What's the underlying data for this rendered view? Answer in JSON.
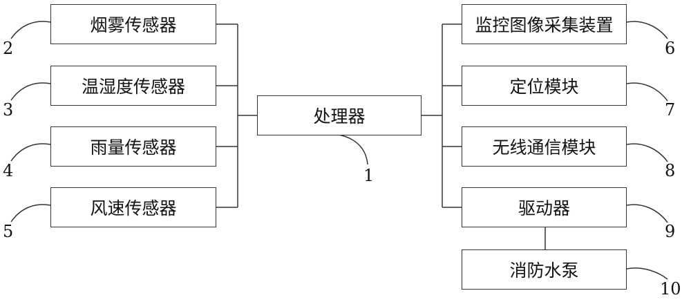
{
  "diagram": {
    "processor": {
      "label": "处理器",
      "ref": "1"
    },
    "inputs": [
      {
        "label": "烟雾传感器",
        "ref": "2"
      },
      {
        "label": "温湿度传感器",
        "ref": "3"
      },
      {
        "label": "雨量传感器",
        "ref": "4"
      },
      {
        "label": "风速传感器",
        "ref": "5"
      }
    ],
    "outputs": [
      {
        "label": "监控图像采集装置",
        "ref": "6"
      },
      {
        "label": "定位模块",
        "ref": "7"
      },
      {
        "label": "无线通信模块",
        "ref": "8"
      },
      {
        "label": "驱动器",
        "ref": "9"
      }
    ],
    "pump": {
      "label": "消防水泵",
      "ref": "10"
    }
  }
}
